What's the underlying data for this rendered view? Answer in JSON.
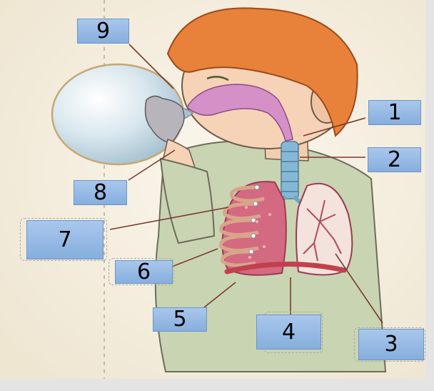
{
  "colors": {
    "background": "#e4e4e4",
    "paper": "#f6f1e6",
    "label_fill": "#9cbde6",
    "leader_line": "#8a4a3a",
    "hair": "#e8823a",
    "skin": "#f5d3b8",
    "shirt": "#c7d3b0",
    "airway": "#d38ac4",
    "trachea": "#7fb6d4",
    "lung": "#cf5f78",
    "diaphragm": "#c2404e",
    "balloon": "#c9dde8"
  },
  "labels": [
    {
      "id": "1",
      "text": "1"
    },
    {
      "id": "2",
      "text": "2"
    },
    {
      "id": "3",
      "text": "3"
    },
    {
      "id": "4",
      "text": "4"
    },
    {
      "id": "5",
      "text": "5"
    },
    {
      "id": "6",
      "text": "6"
    },
    {
      "id": "7",
      "text": "7"
    },
    {
      "id": "8",
      "text": "8"
    },
    {
      "id": "9",
      "text": "9"
    }
  ]
}
